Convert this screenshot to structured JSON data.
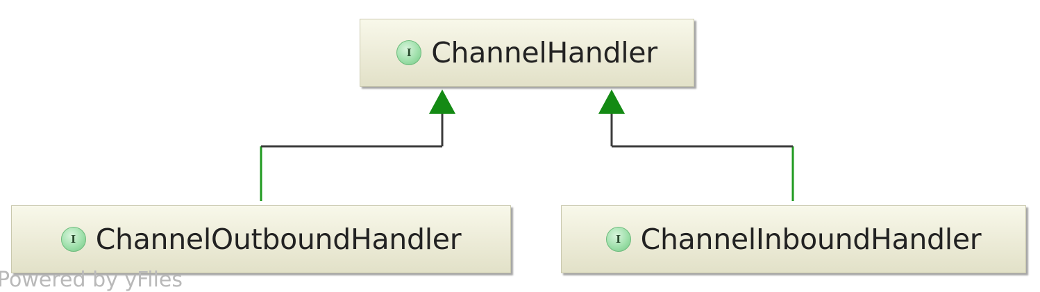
{
  "diagram": {
    "nodes": [
      {
        "id": "top",
        "label": "ChannelHandler",
        "icon": "interface-icon",
        "icon_letter": "I"
      },
      {
        "id": "left",
        "label": "ChannelOutboundHandler",
        "icon": "interface-icon",
        "icon_letter": "I"
      },
      {
        "id": "right",
        "label": "ChannelInboundHandler",
        "icon": "interface-icon",
        "icon_letter": "I"
      }
    ],
    "edges": [
      {
        "from": "left",
        "to": "top",
        "type": "extends"
      },
      {
        "from": "right",
        "to": "top",
        "type": "extends"
      }
    ]
  },
  "watermark": "Powered by yFiles",
  "colors": {
    "arrow_head": "#148a14",
    "edge_line_vertical": "#1f9a1f",
    "edge_line_horizontal": "#3b3b3b",
    "node_fill": "#ecebd7",
    "icon_fill": "#9fe0ab"
  }
}
